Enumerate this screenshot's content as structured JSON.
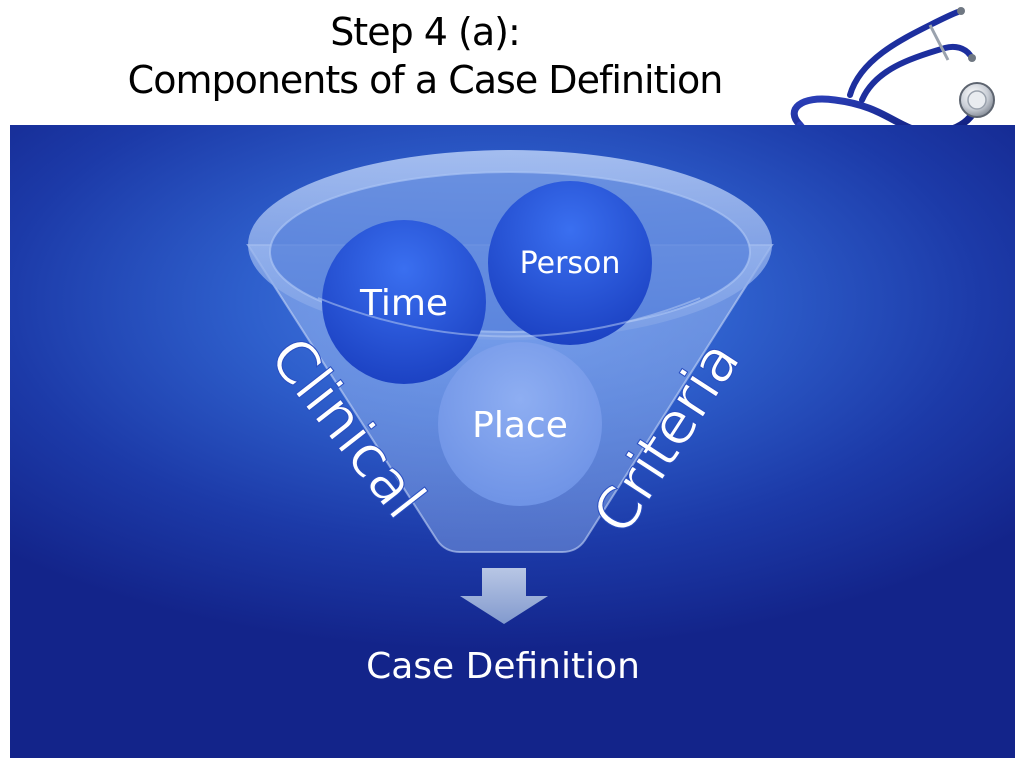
{
  "title": {
    "line1": "Step 4 (a):",
    "line2": "Components of a Case Definition"
  },
  "funnel": {
    "circles": {
      "time": "Time",
      "person": "Person",
      "place": "Place"
    },
    "side_left": "Clinical",
    "side_right": "Criteria",
    "output": "Case Definition"
  },
  "icons": {
    "decoration": "stethoscope-icon",
    "arrow": "down-arrow-icon"
  }
}
